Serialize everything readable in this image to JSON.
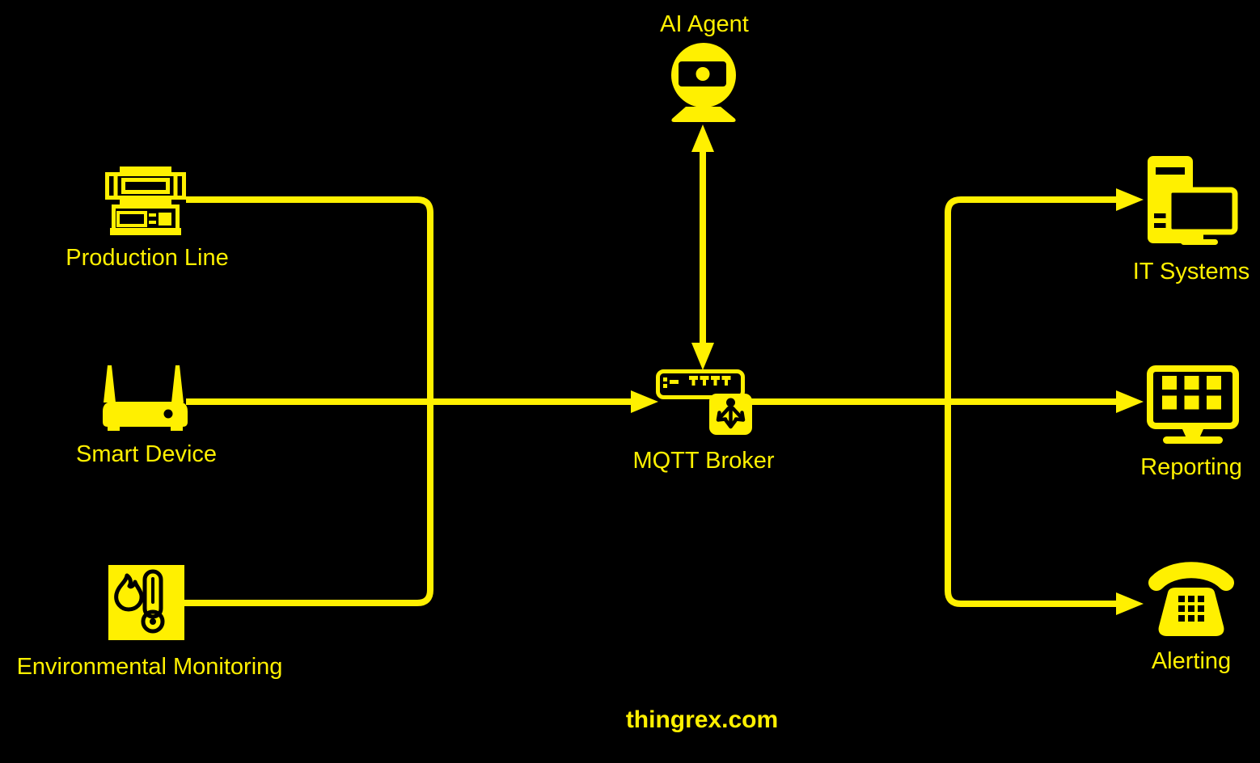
{
  "diagram": {
    "background_color": "#000000",
    "accent_color": "#FFF000",
    "footer": "thingrex.com",
    "nodes": {
      "ai_agent": {
        "label": "AI Agent",
        "icon": "robot-agent-icon"
      },
      "production_line": {
        "label": "Production Line",
        "icon": "factory-machine-icon"
      },
      "smart_device": {
        "label": "Smart Device",
        "icon": "wifi-router-icon"
      },
      "environmental_monitoring": {
        "label": "Environmental Monitoring",
        "icon": "flame-thermometer-icon"
      },
      "mqtt_broker": {
        "label": "MQTT Broker",
        "icon": "network-switch-fanout-icon"
      },
      "it_systems": {
        "label": "IT Systems",
        "icon": "desktop-computer-icon"
      },
      "reporting": {
        "label": "Reporting",
        "icon": "dashboard-monitor-icon"
      },
      "alerting": {
        "label": "Alerting",
        "icon": "telephone-icon"
      }
    },
    "edges": [
      {
        "from": "production_line",
        "to": "mqtt_broker",
        "arrow": "forward"
      },
      {
        "from": "smart_device",
        "to": "mqtt_broker",
        "arrow": "forward"
      },
      {
        "from": "environmental_monitoring",
        "to": "mqtt_broker",
        "arrow": "forward"
      },
      {
        "from": "ai_agent",
        "to": "mqtt_broker",
        "arrow": "bidirectional"
      },
      {
        "from": "mqtt_broker",
        "to": "it_systems",
        "arrow": "forward"
      },
      {
        "from": "mqtt_broker",
        "to": "reporting",
        "arrow": "forward"
      },
      {
        "from": "mqtt_broker",
        "to": "alerting",
        "arrow": "forward"
      }
    ]
  }
}
